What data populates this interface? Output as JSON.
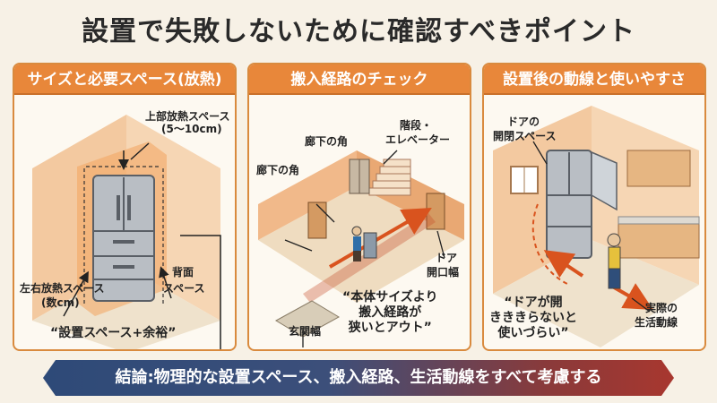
{
  "title": "設置で失敗しないために確認すべきポイント",
  "panels": [
    {
      "header": "サイズと必要スペース(放熱)",
      "labels": {
        "top_heat": "上部放熱スペース",
        "top_heat_range": "(5〜10cm)",
        "side_heat": "左右放熱スペース",
        "side_heat_range": "(数cm)",
        "back": "背面",
        "back_space": "スペース"
      },
      "quote": "“設置スペース+余裕”"
    },
    {
      "header": "搬入経路のチェック",
      "labels": {
        "stairs": "階段・",
        "elevator": "エレベーター",
        "corridor_corner_1": "廊下の角",
        "corridor_corner_2": "廊下の角",
        "door": "ドア",
        "door_width": "開口幅",
        "entrance_width": "玄関幅"
      },
      "quote_lines": [
        "“本体サイズより",
        "搬入経路が",
        "狭いとアウト”"
      ]
    },
    {
      "header": "設置後の動線と使いやすさ",
      "labels": {
        "door_open_1": "ドアの",
        "door_open_2": "開閉スペース",
        "actual_1": "実際の",
        "actual_2": "生活動線"
      },
      "quote_lines": [
        "“ドアが開",
        "きききらないと",
        "使いづらい”"
      ]
    }
  ],
  "conclusion": "結論:物理的な設置スペース、搬入経路、生活動線をすべて考慮する",
  "colors": {
    "header_orange": "#e8873a",
    "panel_border": "#d98a3e",
    "conclusion_blue": "#2e4a78",
    "conclusion_red": "#a8372f"
  }
}
